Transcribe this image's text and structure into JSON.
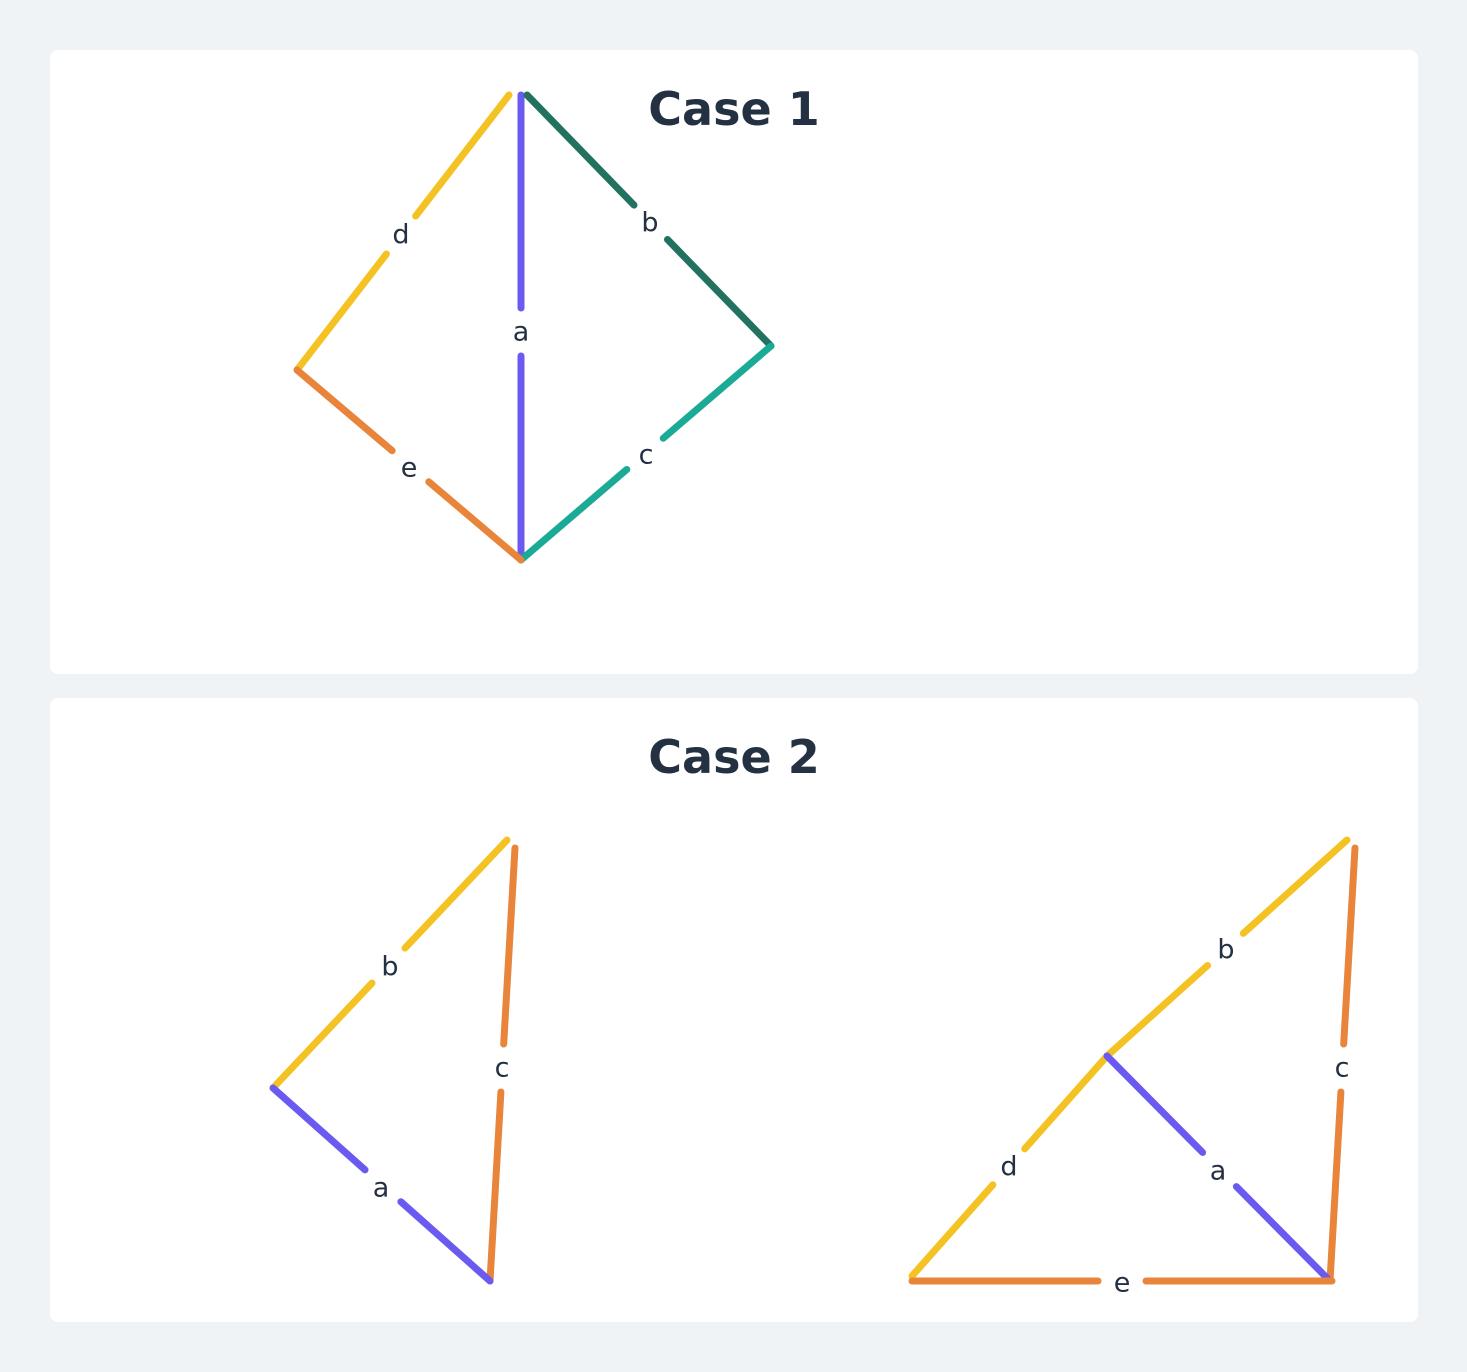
{
  "colors": {
    "background": "#eff3f6",
    "panel": "#ffffff",
    "text": "#233142",
    "yellow": "#f4c223",
    "purple": "#6a5af0",
    "dark_green": "#22725f",
    "teal": "#1aaa96",
    "orange": "#e8853b"
  },
  "case1": {
    "title": "Case 1",
    "edges": [
      {
        "label": "a",
        "color": "purple"
      },
      {
        "label": "b",
        "color": "dark_green"
      },
      {
        "label": "c",
        "color": "teal"
      },
      {
        "label": "d",
        "color": "yellow"
      },
      {
        "label": "e",
        "color": "orange"
      }
    ]
  },
  "case2": {
    "title": "Case 2",
    "left_figure": {
      "edges": [
        {
          "label": "b",
          "color": "yellow"
        },
        {
          "label": "c",
          "color": "orange"
        },
        {
          "label": "a",
          "color": "purple"
        }
      ]
    },
    "right_figure": {
      "edges": [
        {
          "label": "b",
          "color": "yellow"
        },
        {
          "label": "c",
          "color": "orange"
        },
        {
          "label": "d",
          "color": "yellow"
        },
        {
          "label": "a",
          "color": "purple"
        },
        {
          "label": "e",
          "color": "orange"
        }
      ]
    }
  }
}
